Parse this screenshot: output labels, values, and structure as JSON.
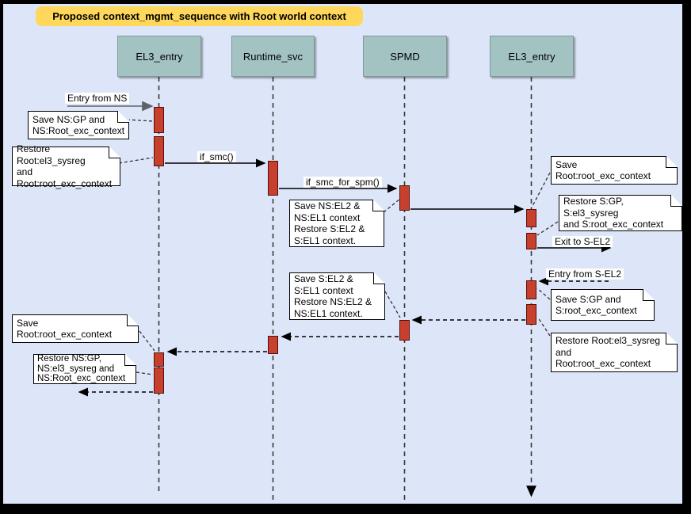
{
  "title": "Proposed context_mgmt_sequence with Root world context",
  "actors": [
    {
      "name": "EL3_entry"
    },
    {
      "name": "Runtime_svc"
    },
    {
      "name": "SPMD"
    },
    {
      "name": "EL3_entry"
    }
  ],
  "messages": [
    {
      "label": "Entry from NS",
      "type": "solid"
    },
    {
      "label": "if_smc()",
      "type": "solid"
    },
    {
      "label": "if_smc_for_spm()",
      "type": "solid"
    },
    {
      "label": "Exit to S-EL2",
      "type": "solid"
    },
    {
      "label": "Entry from S-EL2",
      "type": "dashed"
    }
  ],
  "notes": [
    {
      "text": "Save NS:GP and\nNS:Root_exc_context"
    },
    {
      "text": "Restore Root:el3_sysreg\nand\nRoot:root_exc_context"
    },
    {
      "text": "Save NS:EL2 &\nNS:EL1 context\nRestore S:EL2 &\nS:EL1 context."
    },
    {
      "text": "Save Root:root_exc_context"
    },
    {
      "text": "Restore S:GP, S:el3_sysreg\nand S:root_exc_context"
    },
    {
      "text": "Save S:GP and\nS:root_exc_context"
    },
    {
      "text": "Restore Root:el3_sysreg\nand\nRoot:root_exc_context"
    },
    {
      "text": "Save S:EL2 &\nS:EL1 context\nRestore NS:EL2 &\nNS:EL1 context."
    },
    {
      "text": "Save Root:root_exc_context"
    },
    {
      "text": "Restore NS:GP,\nNS:el3_sysreg and\nNS:Root_exc_context"
    }
  ],
  "colors": {
    "background": "#dde5f8",
    "title_bg": "#ffd75a",
    "actor_bg": "#a3c3c2",
    "activation_bar": "#c73f2d",
    "note_bg": "#ffffff"
  }
}
